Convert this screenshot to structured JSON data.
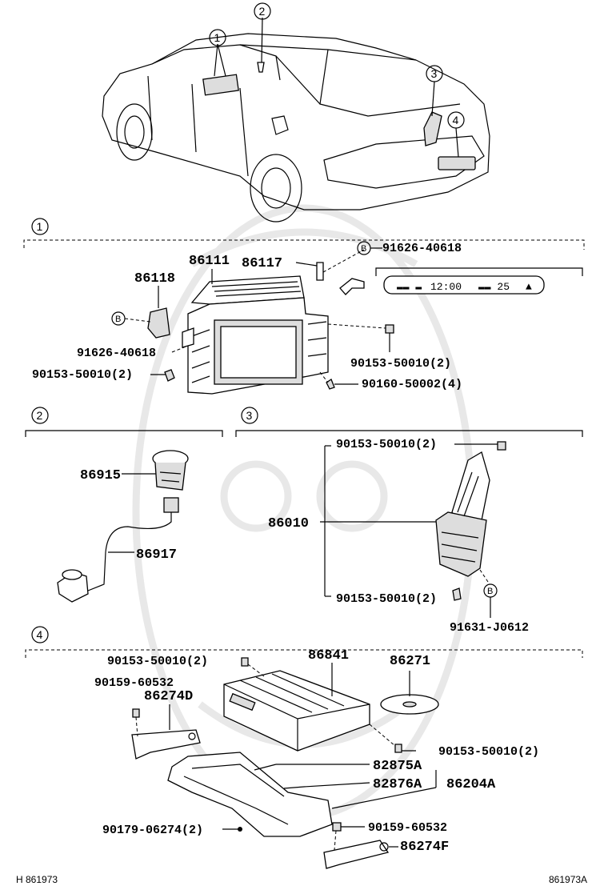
{
  "callouts": {
    "c1": "1",
    "c2": "2",
    "c3": "3",
    "c4": "4"
  },
  "badge": "B",
  "display_readout": {
    "seg1": "▬▬ ▬",
    "seg2": "12:00",
    "seg3": "▬▬ 25",
    "seg4": "▲"
  },
  "section1": {
    "p86111": "86111",
    "p86117": "86117",
    "p86118": "86118",
    "p91626_a": "91626-40618",
    "p91626_b": "91626-40618",
    "p90153_a": "90153-50010(2)",
    "p90153_b": "90153-50010(2)",
    "p90160": "90160-50002(4)"
  },
  "section2": {
    "p86915": "86915",
    "p86917": "86917"
  },
  "section3": {
    "p86010": "86010",
    "p90153_top": "90153-50010(2)",
    "p90153_bot": "90153-50010(2)",
    "p91631": "91631-J0612"
  },
  "section4": {
    "p90153_a": "90153-50010(2)",
    "p86841": "86841",
    "p86271": "86271",
    "p90159_a": "90159-60532",
    "p86274D": "86274D",
    "p90153_b": "90153-50010(2)",
    "p82875A": "82875A",
    "p82876A": "82876A",
    "p86204A": "86204A",
    "p90179": "90179-06274(2)",
    "p90159_b": "90159-60532",
    "p86274F": "86274F"
  },
  "footer": {
    "left": "H 861973",
    "right": "861973A"
  }
}
